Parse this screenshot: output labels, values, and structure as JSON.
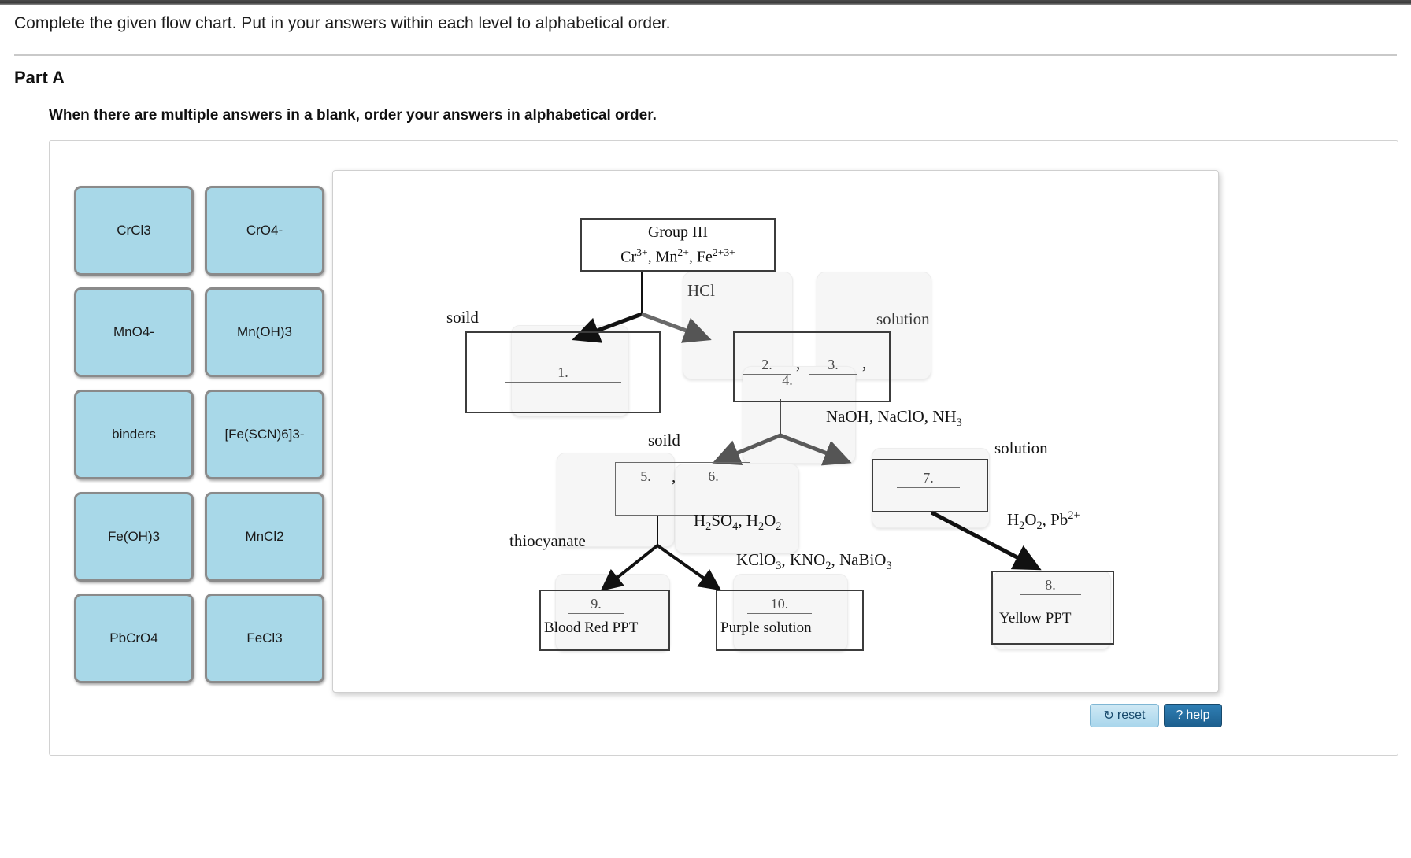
{
  "header": {
    "prompt": "Complete the given flow chart. Put in your answers within each level to alphabetical order.",
    "part_title": "Part A",
    "part_instruction": "When there are multiple answers in a blank, order your answers in alphabetical order."
  },
  "answer_bank": {
    "tiles": [
      {
        "label": "CrCl3"
      },
      {
        "label": "CrO4-"
      },
      {
        "label": "MnO4-"
      },
      {
        "label": "Mn(OH)3"
      },
      {
        "label": "binders"
      },
      {
        "label": "[Fe(SCN)6]3-"
      },
      {
        "label": "Fe(OH)3"
      },
      {
        "label": "MnCl2"
      },
      {
        "label": "PbCrO4"
      },
      {
        "label": "FeCl3"
      }
    ],
    "tile_color": "#a8d8e8",
    "tile_border": "#8a8a8a"
  },
  "diagram": {
    "root": {
      "line1": "Group III",
      "line2_parts": [
        "Cr",
        "3+",
        ", Mn",
        "2+",
        ", Fe",
        "2+3+"
      ],
      "line2_plain": "Cr3+, Mn2+, Fe2+3+"
    },
    "reagents": {
      "r1": "HCl",
      "r2": "NaOH, NaClO, NH3",
      "r3": "H2SO4, H2O2",
      "r4": "KClO3, KNO2, NaBiO3"
    },
    "branch_labels": {
      "solid_1": "soild",
      "solution_1": "solution",
      "solid_2": "soild",
      "solution_2": "solution",
      "thiocyanate": "thiocyanate",
      "h2o2_pb": "H2O2, Pb2+"
    },
    "blanks": [
      {
        "number": "1."
      },
      {
        "number": "2."
      },
      {
        "number": "3."
      },
      {
        "number": "4."
      },
      {
        "number": "5."
      },
      {
        "number": "6."
      },
      {
        "number": "7."
      },
      {
        "number": "8."
      },
      {
        "number": "9."
      },
      {
        "number": "10."
      }
    ],
    "separators": {
      "comma_23": ",",
      "comma_23b": ",",
      "comma_56": ","
    },
    "results": {
      "blood_red": "Blood Red PPT",
      "purple": "Purple solution",
      "yellow": "Yellow PPT"
    }
  },
  "footer": {
    "reset_label": "reset",
    "reset_icon": "refresh-icon",
    "help_label": "help",
    "help_icon": "question-icon"
  }
}
